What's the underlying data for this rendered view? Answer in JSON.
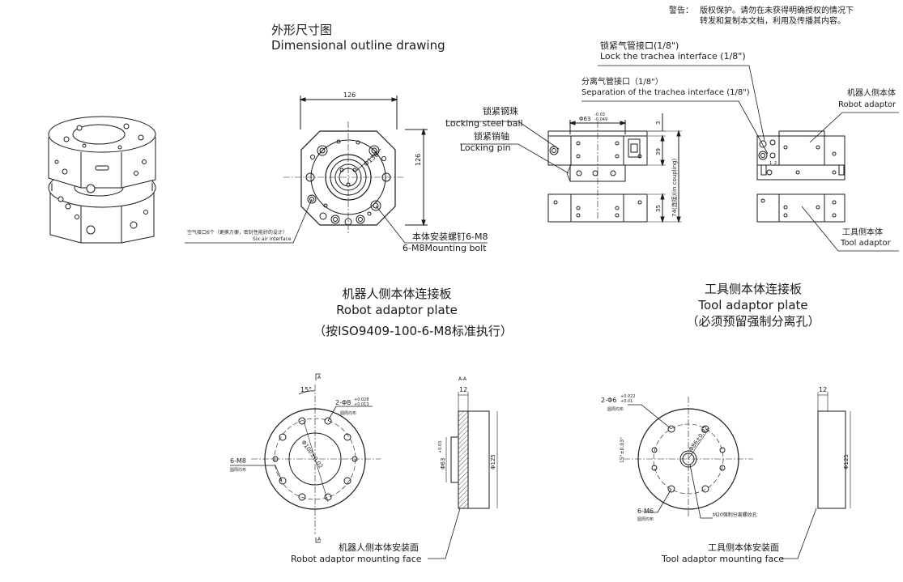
{
  "warning": {
    "label": "警告：",
    "line1": "版权保护。请勿在未获得明确授权的情况下",
    "line2": "转发和复制本文档，利用及传播其内容。"
  },
  "outline": {
    "title_cn": "外形尺寸图",
    "title_en": "Dimensional outline drawing",
    "width_dim": "126",
    "height_dim": "126",
    "diag_dim": "Φ138",
    "air_interface_cn": "空气接口6个（更换方便，密封性能好的设计）",
    "air_interface_en": "Six air interface",
    "bolt_cn": "本体安装螺钉6-M8",
    "bolt_en": "6-M8Mounting bolt"
  },
  "side": {
    "lock_port_cn": "锁紧气管接口(1/8\")",
    "lock_port_en": "Lock the trachea interface (1/8\")",
    "sep_port_cn": "分离气管接口（1/8\"）",
    "sep_port_en": "Separation of the trachea interface (1/8\")",
    "ball_cn": "锁紧钢珠",
    "ball_en": "Locking steel ball",
    "pin_cn": "锁紧销轴",
    "pin_en": "Locking pin",
    "robot_cn": "机器人侧本体",
    "robot_en": "Robot adaptor",
    "tool_cn": "工具侧本体",
    "tool_en": "Tool adaptor",
    "dia_dim": "Φ63",
    "dia_tol_hi": "-0.03",
    "dia_tol_lo": "-0.049",
    "dim_3": "3",
    "dim_39": "39",
    "dim_35": "35",
    "dim_74": "74(连接)(in coupling)"
  },
  "robot_plate": {
    "title_cn": "机器人侧本体连接板",
    "title_en": "Robot adaptor plate",
    "note": "（按ISO9409-100-6-M8标准执行）",
    "angle": "15°",
    "pin_dim": "2-Φ8",
    "pin_tol_hi": "+0.028",
    "pin_tol_lo": "+0.013",
    "even": "圆周均布",
    "thread": "6-M8",
    "pcd": "Φ100±0.02",
    "section": "A-A",
    "mark_a": "A",
    "thick": "12",
    "dia63": "Φ63",
    "dia63_tol": "+0.03",
    "dia125": "Φ125",
    "face_cn": "机器人侧本体安装面",
    "face_en": "Robot adaptor mounting face"
  },
  "tool_plate": {
    "title_cn": "工具侧本体连接板",
    "title_en": "Tool adaptor plate",
    "note": "（必须预留强制分离孔）",
    "pin_dim": "2-Φ6",
    "pin_tol_hi": "+0.022",
    "pin_tol_lo": "+0.01",
    "angle": "15°±0.03°",
    "pcd": "Φ86±0.02",
    "thread": "6-M6",
    "even": "圆周均布",
    "release": "M20强制分离螺纹孔",
    "thick": "12",
    "dia125": "Φ125",
    "face_cn": "工具侧本体安装面",
    "face_en": "Tool adaptor mounting face"
  },
  "colors": {
    "line": "#1a1a1a",
    "hatch": "#555555",
    "panel": "#ffffff"
  }
}
